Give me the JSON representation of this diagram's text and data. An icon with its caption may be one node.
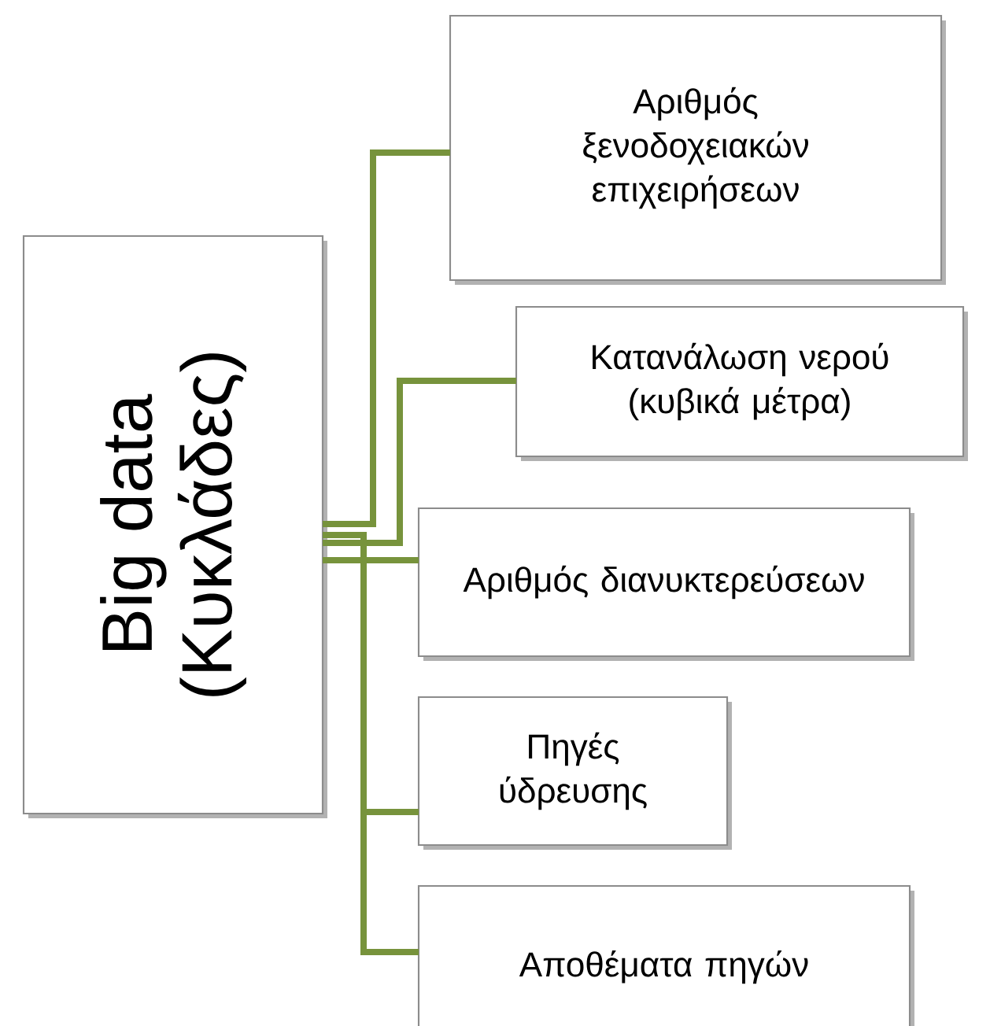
{
  "diagram": {
    "nodes": [
      {
        "text": [
          "Big data",
          "(Κυκλάδες)"
        ]
      },
      {
        "text": [
          "Αριθμός ξενοδοχειακών επιχειρήσεων"
        ]
      },
      {
        "text": [
          "Κατανάλωση νερού (κυβικά μέτρα)"
        ]
      },
      {
        "text": [
          "Αριθμός διανυκτερεύσεων"
        ]
      },
      {
        "text": [
          "Πηγές ύδρευσης"
        ]
      },
      {
        "text": [
          "Αποθέματα πηγών"
        ]
      }
    ],
    "edges": [
      {
        "from": 0,
        "to": 1,
        "arrow": "none"
      },
      {
        "from": 0,
        "to": 2,
        "arrow": "none"
      },
      {
        "from": 0,
        "to": 3,
        "arrow": "none"
      },
      {
        "from": 0,
        "to": 4,
        "arrow": "none"
      },
      {
        "from": 0,
        "to": 5,
        "arrow": "none"
      }
    ]
  }
}
